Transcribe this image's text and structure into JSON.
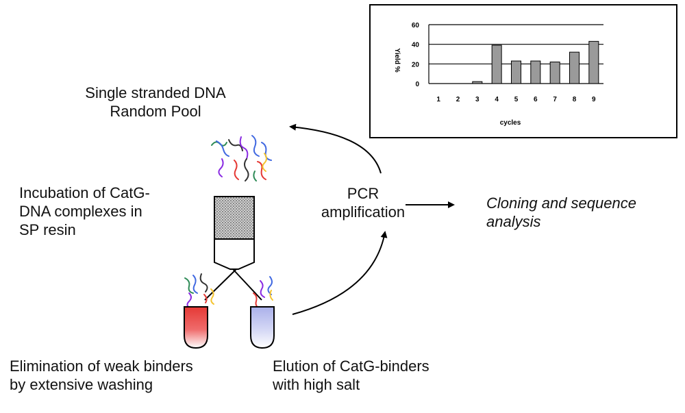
{
  "labels": {
    "random_pool": "Single stranded DNA\nRandom Pool",
    "incubation": "Incubation of CatG-\nDNA complexes in\nSP resin",
    "pcr": "PCR\namplification",
    "cloning": "Cloning and sequence\nanalysis",
    "elimination": "Elimination of weak binders\nby extensive washing",
    "elution": "Elution of CatG-binders\nwith high salt"
  },
  "colors": {
    "strand_palette": [
      "#2e8b57",
      "#4169e1",
      "#333333",
      "#8a2be2",
      "#e53935",
      "#f4c430"
    ],
    "weak_tube_fill": "#e53935",
    "binder_tube_fill": "#c9cdf2",
    "resin_fill": "#b5b5b5"
  },
  "chart_data": {
    "type": "bar",
    "categories": [
      "1",
      "2",
      "3",
      "4",
      "5",
      "6",
      "7",
      "8",
      "9"
    ],
    "values": [
      0,
      0,
      2,
      39,
      23,
      23,
      22,
      32,
      43
    ],
    "xlabel": "cycles",
    "ylabel": "Yield %",
    "ylim": [
      0,
      60
    ],
    "yticks": [
      0,
      20,
      40,
      60
    ],
    "grid": true
  }
}
